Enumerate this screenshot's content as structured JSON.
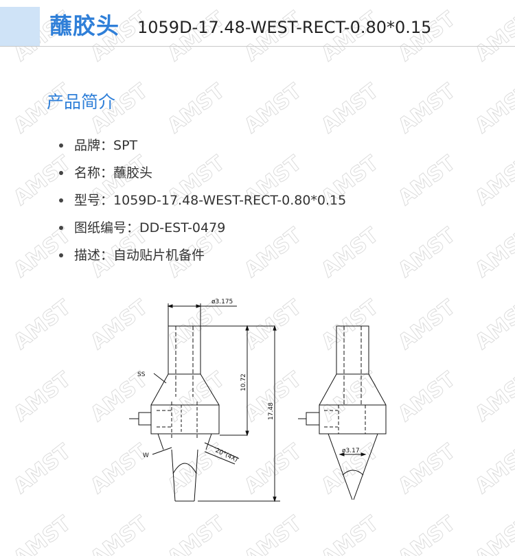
{
  "header": {
    "title": "蘸胶头",
    "model": "1059D-17.48-WEST-RECT-0.80*0.15"
  },
  "section": {
    "title": "产品简介"
  },
  "specs": [
    {
      "label": "品牌",
      "sep": "：",
      "value": "SPT"
    },
    {
      "label": "名称",
      "sep": "：",
      "value": "蘸胶头"
    },
    {
      "label": "型号",
      "sep": "：",
      "value": "1059D-17.48-WEST-RECT-0.80*0.15"
    },
    {
      "label": "图纸编号",
      "sep": "：",
      "value": "DD-EST-0479"
    },
    {
      "label": "描述",
      "sep": "：",
      "value": "自动贴片机备件"
    }
  ],
  "drawing": {
    "dim_diameter_top": "ø3.175",
    "dim_height_upper": "10.72",
    "dim_height_total": "17.48",
    "label_ss": "SS",
    "label_w": "W",
    "dim_angle": "20°(4X)",
    "dim_diameter_side": "ø3.17"
  },
  "watermark": {
    "text": "AMST"
  }
}
